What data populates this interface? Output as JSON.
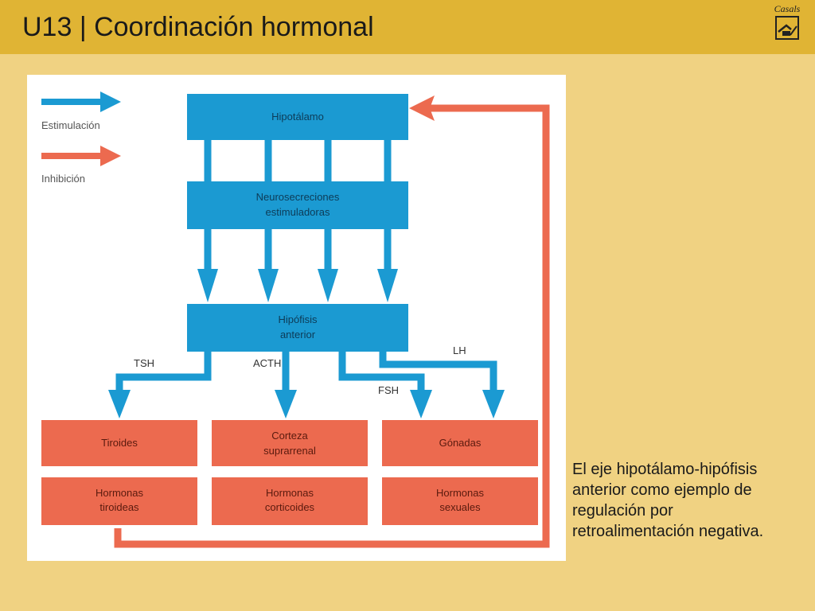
{
  "header": {
    "title": "U13 | Coordinación hormonal",
    "brand": "Casals"
  },
  "legend": {
    "stimulation": "Estimulación",
    "inhibition": "Inhibición"
  },
  "nodes": {
    "hypothalamus": "Hipotálamo",
    "neurosecretions_line1": "Neurosecreciones",
    "neurosecretions_line2": "estimuladoras",
    "pituitary_line1": "Hipófisis",
    "pituitary_line2": "anterior",
    "thyroid": "Tiroides",
    "adrenal_line1": "Corteza",
    "adrenal_line2": "suprarrenal",
    "gonads": "Gónadas",
    "thyroid_hormones_line1": "Hormonas",
    "thyroid_hormones_line2": "tiroideas",
    "corticoid_hormones_line1": "Hormonas",
    "corticoid_hormones_line2": "corticoides",
    "sex_hormones_line1": "Hormonas",
    "sex_hormones_line2": "sexuales"
  },
  "edges": {
    "tsh": "TSH",
    "acth": "ACTH",
    "fsh": "FSH",
    "lh": "LH"
  },
  "colors": {
    "stimulation": "#1b9ad2",
    "inhibition": "#ec6a4f",
    "header": "#e0b434",
    "background": "#f0d282"
  },
  "caption": "El eje hipotálamo-hipófisis anterior como ejemplo de regulación por retroalimentación negativa."
}
